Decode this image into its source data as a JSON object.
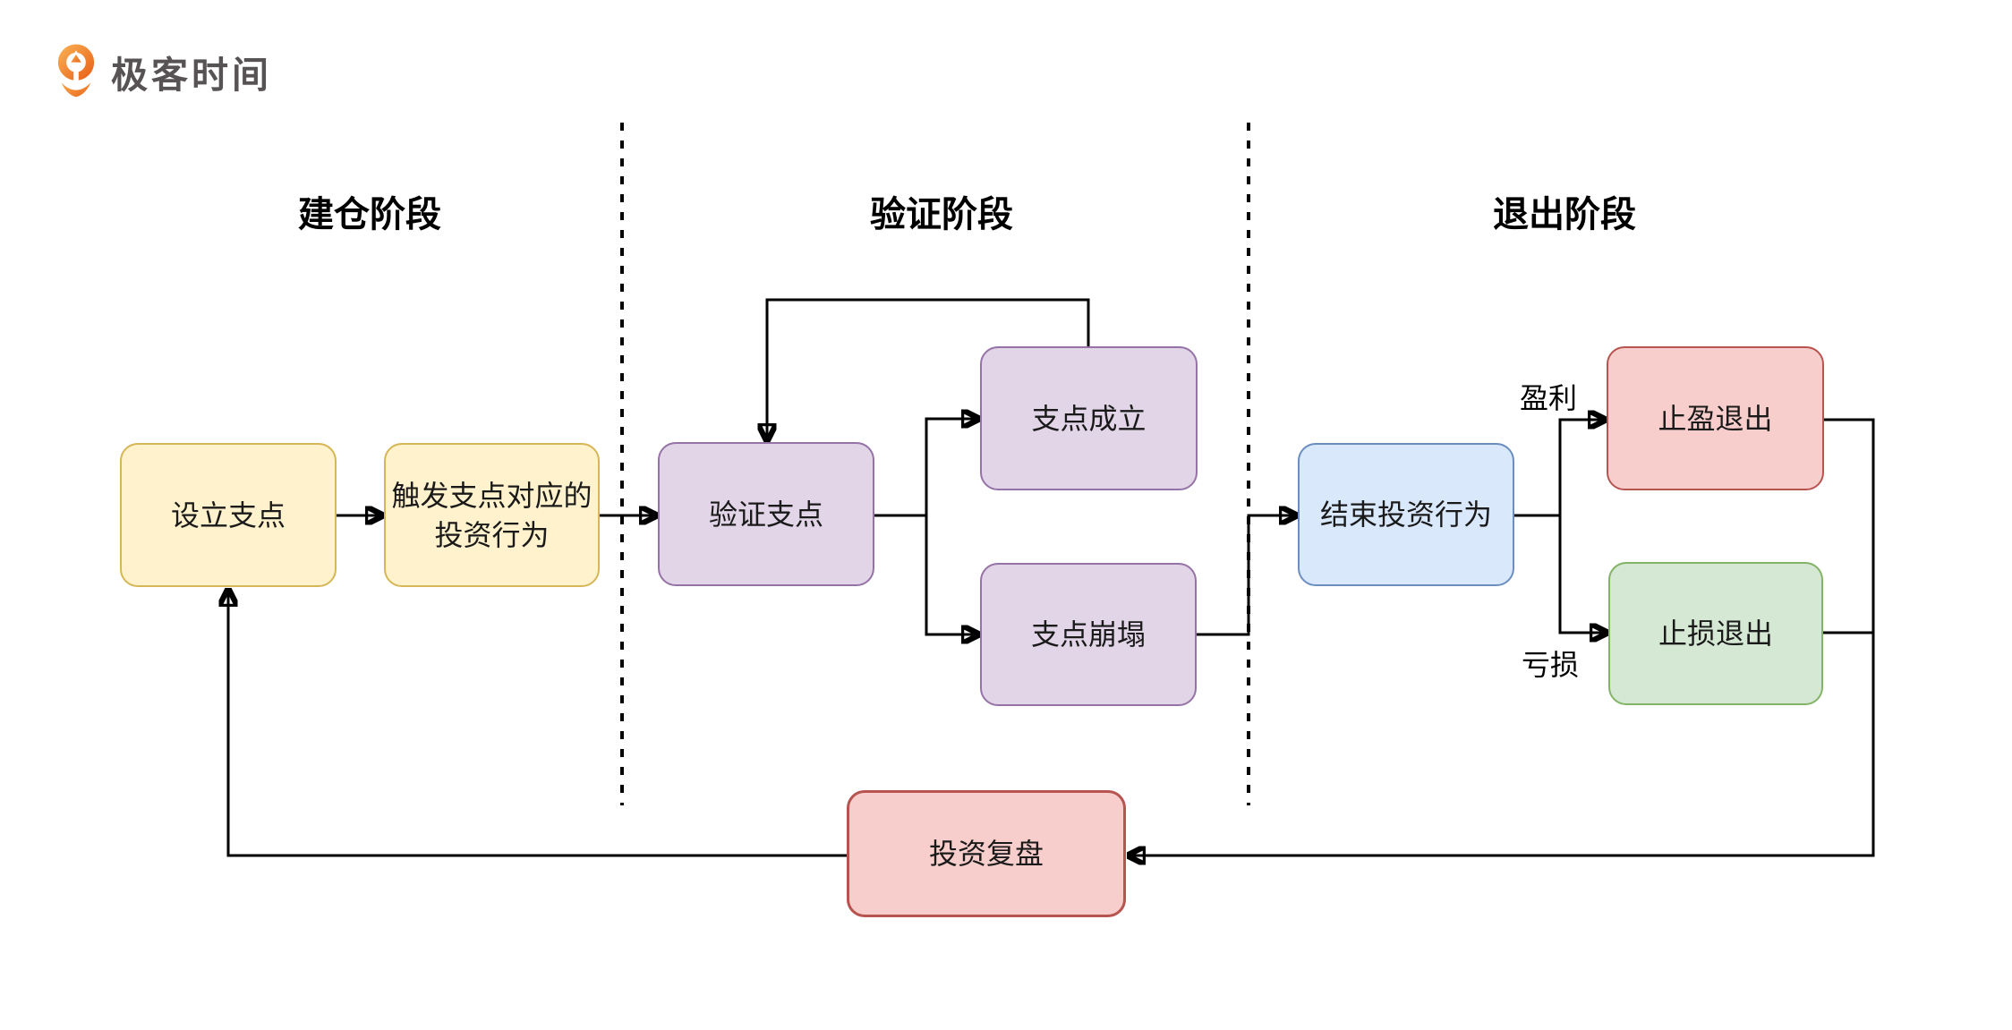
{
  "brand": {
    "name": "极客时间",
    "logo_icon": "geektime-pin-icon",
    "logo_color": "#ED6D1F",
    "text_color": "#575254"
  },
  "phase_headers": {
    "build": "建仓阶段",
    "verify": "验证阶段",
    "exit": "退出阶段"
  },
  "nodes": {
    "set_pivot": {
      "label": "设立支点",
      "fill": "#FFF2CC",
      "stroke": "#D6B656"
    },
    "trigger_action": {
      "label": "触发支点对应的投资行为",
      "line1": "触发支点对应的",
      "line2": "投资行为",
      "fill": "#FFF2CC",
      "stroke": "#D6B656"
    },
    "verify_pivot": {
      "label": "验证支点",
      "fill": "#E1D5E7",
      "stroke": "#9673A6"
    },
    "pivot_holds": {
      "label": "支点成立",
      "fill": "#E1D5E7",
      "stroke": "#9673A6"
    },
    "pivot_collapses": {
      "label": "支点崩塌",
      "fill": "#E1D5E7",
      "stroke": "#9673A6"
    },
    "end_investment": {
      "label": "结束投资行为",
      "fill": "#DAE8FC",
      "stroke": "#6C8EBF"
    },
    "take_profit_exit": {
      "label": "止盈退出",
      "fill": "#F8CECC",
      "stroke": "#B85450"
    },
    "stop_loss_exit": {
      "label": "止损退出",
      "fill": "#D5E8D4",
      "stroke": "#82B366"
    },
    "investment_review": {
      "label": "投资复盘",
      "fill": "#F8CECC",
      "stroke": "#B85450"
    }
  },
  "edge_labels": {
    "profit": "盈利",
    "loss": "亏损"
  },
  "colors": {
    "connector": "#000000",
    "divider": "#000000",
    "node_text": "#1A1A1A",
    "header_text": "#000000",
    "background": "#FFFFFF"
  }
}
